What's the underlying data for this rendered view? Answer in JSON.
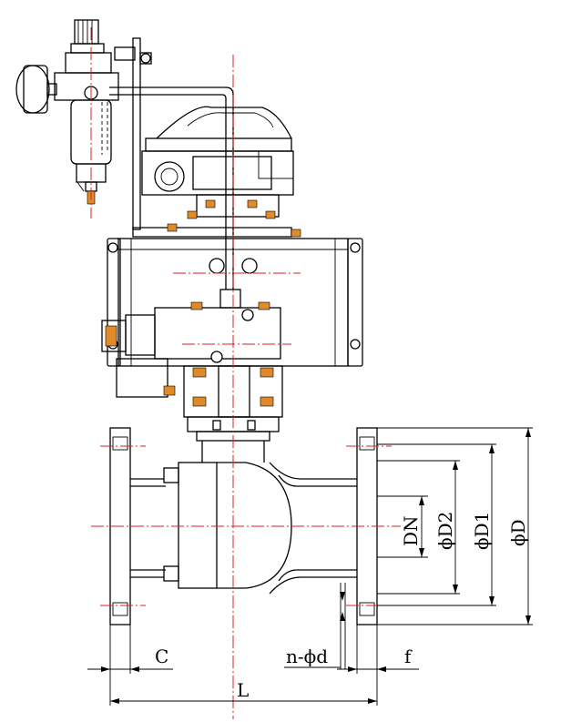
{
  "dimensions": {
    "L": "L",
    "C": "C",
    "f": "f",
    "n_d": "n-ϕd",
    "DN": "DN",
    "D2": "ϕD2",
    "D1": "ϕD1",
    "D": "ϕD"
  },
  "colors": {
    "centerline": "#d22222",
    "bolt_marks": "#e08a2a",
    "lines": "#000000"
  }
}
